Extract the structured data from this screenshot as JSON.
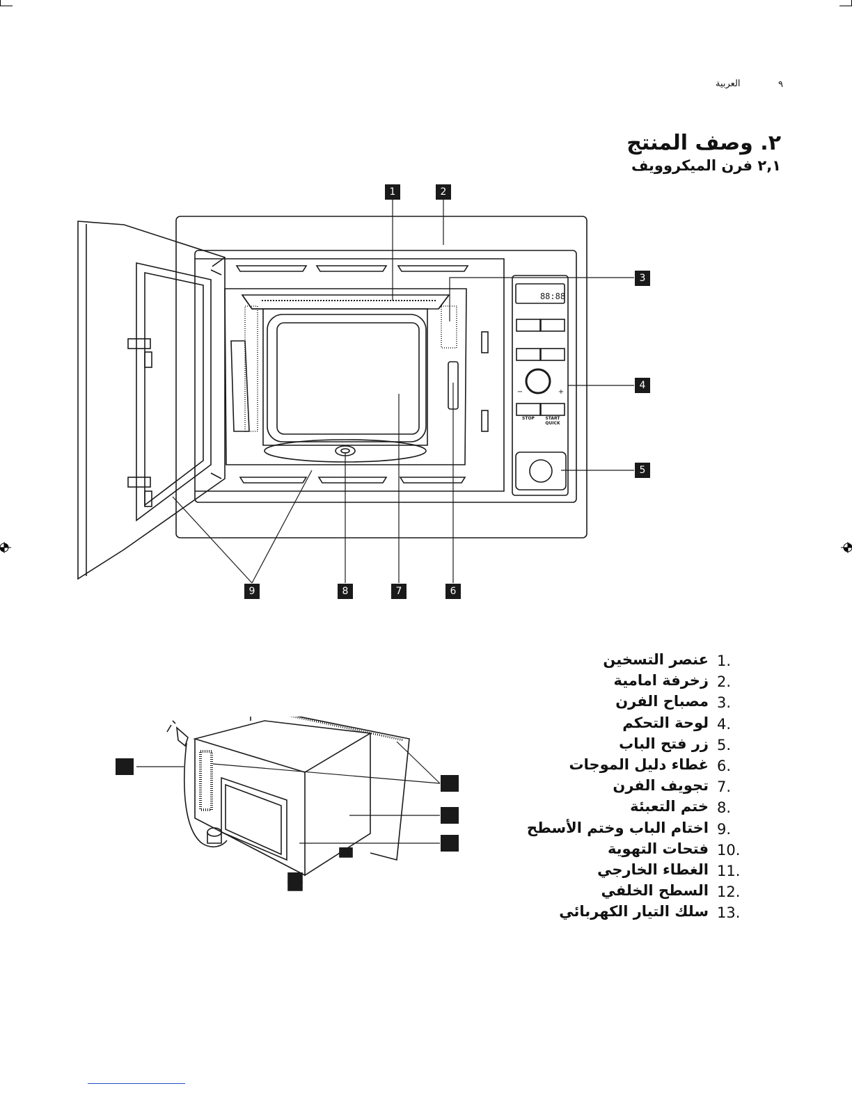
{
  "header": {
    "page_number": "٩",
    "language": "العربية"
  },
  "section": {
    "title": "٢. وصف المنتج",
    "subtitle": "٢,١ فرن الميكروويف"
  },
  "diagram": {
    "callouts": [
      "1",
      "2",
      "3",
      "4",
      "5",
      "6",
      "7",
      "8",
      "9"
    ],
    "control_panel": {
      "display": "88:88",
      "stop_label": "STOP",
      "start_label": "START",
      "quick_label": "QUICK",
      "minus": "−",
      "plus": "+"
    }
  },
  "parts": [
    {
      "num": "1.",
      "label": "عنصر التسخين"
    },
    {
      "num": "2.",
      "label": "زخرفة امامية"
    },
    {
      "num": "3.",
      "label": "مصباح الفرن"
    },
    {
      "num": "4.",
      "label": "لوحة التحكم"
    },
    {
      "num": "5.",
      "label": "زر فتح الباب"
    },
    {
      "num": "6.",
      "label": "غطاء دليل الموجات"
    },
    {
      "num": "7.",
      "label": "تجويف الفرن"
    },
    {
      "num": "8.",
      "label": "ختم التعبئة"
    },
    {
      "num": "9.",
      "label": "اختام الباب وختم الأسطح"
    },
    {
      "num": "10.",
      "label": "فتحات التهوية"
    },
    {
      "num": "11.",
      "label": "الغطاء الخارجي"
    },
    {
      "num": "12.",
      "label": "السطح الخلفي"
    },
    {
      "num": "13.",
      "label": "سلك التيار الكهربائي"
    }
  ]
}
